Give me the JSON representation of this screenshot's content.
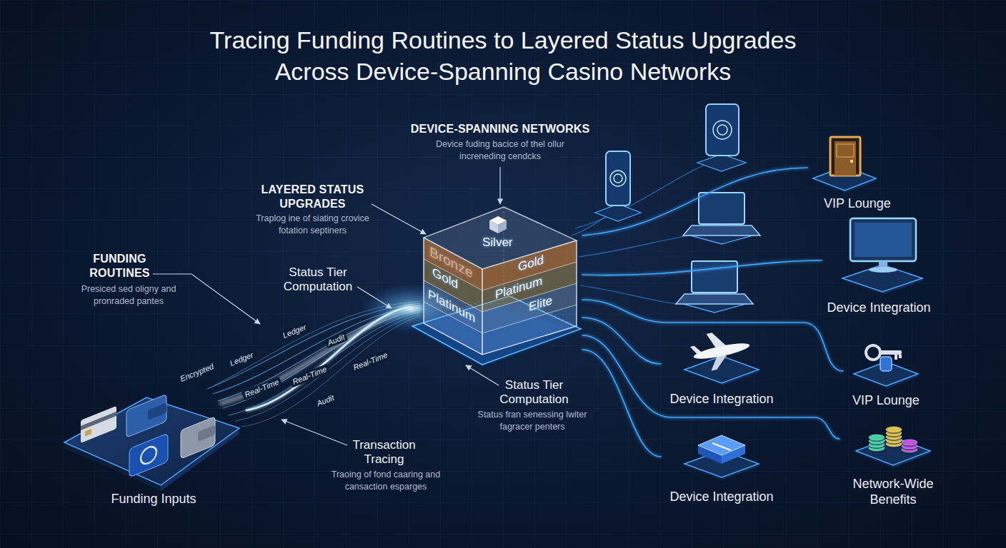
{
  "diagram": {
    "title": "Tracing Funding Routines to Layered Status Upgrades Across Device-Spanning Casino Networks",
    "nodes": [
      {
        "text": [
          "Funding Inputs"
        ]
      },
      {
        "text": [
          "Silver",
          "Bronze",
          "Gold",
          "Gold",
          "Platinum",
          "Platinum",
          "Elite"
        ]
      },
      {
        "text": [
          "VIP Lounge"
        ]
      },
      {
        "text": [
          "Device Integration"
        ]
      },
      {
        "text": [
          "Device Integration"
        ]
      },
      {
        "text": [
          "VIP Lounge"
        ]
      },
      {
        "text": [
          "Device Integration"
        ]
      },
      {
        "text": [
          "Network-Wide Benefits"
        ]
      }
    ],
    "edges": [
      {
        "from": 0,
        "to": 1,
        "arrow": "none"
      },
      {
        "from": 1,
        "to": 2,
        "arrow": "none"
      },
      {
        "from": 1,
        "to": 3,
        "arrow": "none"
      },
      {
        "from": 1,
        "to": 4,
        "arrow": "none"
      },
      {
        "from": 1,
        "to": 5,
        "arrow": "none"
      },
      {
        "from": 1,
        "to": 6,
        "arrow": "none"
      },
      {
        "from": 1,
        "to": 7,
        "arrow": "none"
      }
    ],
    "labels": [
      "DEVICE-SPANNING NETWORKS",
      "Device fuding bacice of thel ollur increneding cendcks",
      "LAYERED STATUS UPGRADES",
      "Traplog ine of siating crovice fotation septiners",
      "FUNDING ROUTINES",
      "Presiced sed oligny and pronraded pantes",
      "Status Tier Computation",
      "Encrypted",
      "Ledger",
      "Ledger",
      "Real-Time",
      "Audit",
      "Real-Time",
      "Audit",
      "Real-Time",
      "Status Tier Computation",
      "Status fran senessing lwiter fagracer penters",
      "Transaction Tracing",
      "Traoing of fond caaring and cansaction esparges"
    ]
  }
}
